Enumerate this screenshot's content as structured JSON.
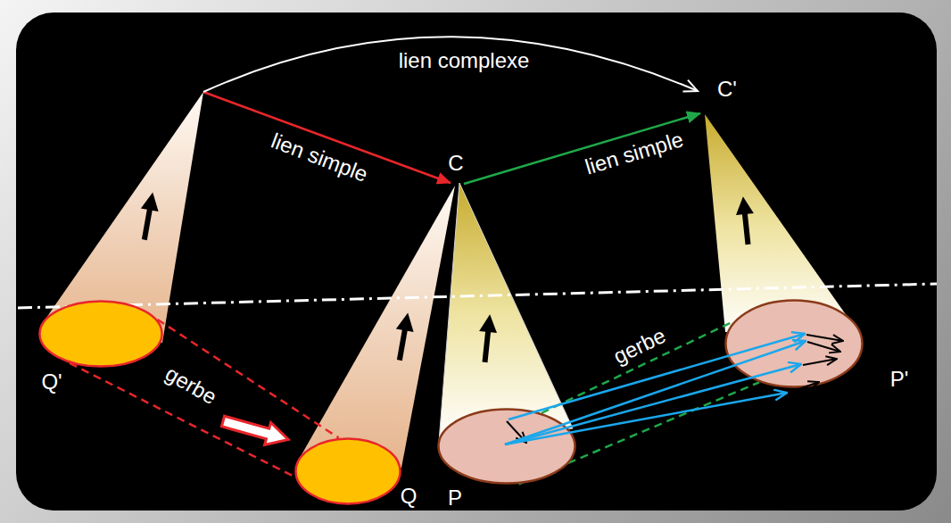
{
  "diagram": {
    "nodes": [
      {
        "text": [
          "Q'"
        ]
      },
      {
        "text": [
          "Q"
        ]
      },
      {
        "text": [
          "P"
        ]
      },
      {
        "text": [
          "P'"
        ]
      }
    ],
    "edges": [
      {
        "from": 0,
        "to": 1,
        "arrow": "none",
        "label": "gerbe"
      },
      {
        "from": 2,
        "to": 3,
        "arrow": "none",
        "label": "gerbe"
      }
    ],
    "labels": [
      "lien complexe",
      "lien simple",
      "C",
      "lien simple",
      "C'"
    ]
  }
}
